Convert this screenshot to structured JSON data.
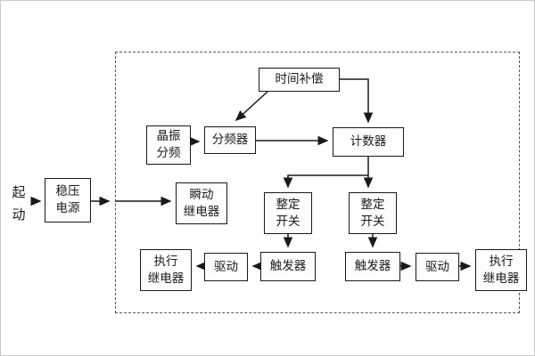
{
  "diagram_title": "relay-timing-logic-block-diagram",
  "start_label": {
    "line1": "起",
    "line2": "动"
  },
  "boxes": {
    "power": {
      "line1": "稳压",
      "line2": "电源"
    },
    "time_comp": {
      "label": "时间补偿"
    },
    "crystal": {
      "line1": "晶振",
      "line2": "分频"
    },
    "divider": {
      "label": "分频器"
    },
    "counter": {
      "label": "计数器"
    },
    "instant_relay": {
      "line1": "瞬动",
      "line2": "继电器"
    },
    "setting_switch_left": {
      "line1": "整定",
      "line2": "开关"
    },
    "setting_switch_right": {
      "line1": "整定",
      "line2": "开关"
    },
    "trigger_left": {
      "label": "触发器"
    },
    "trigger_right": {
      "label": "触发器"
    },
    "drive_left": {
      "label": "驱动"
    },
    "drive_right": {
      "label": "驱动"
    },
    "exec_relay_left": {
      "line1": "执行",
      "line2": "继电器"
    },
    "exec_relay_right": {
      "line1": "执行",
      "line2": "继电器"
    }
  },
  "colors": {
    "line": "#1a1a1a",
    "dashed_border": "#555555",
    "background": "#ffffff"
  }
}
